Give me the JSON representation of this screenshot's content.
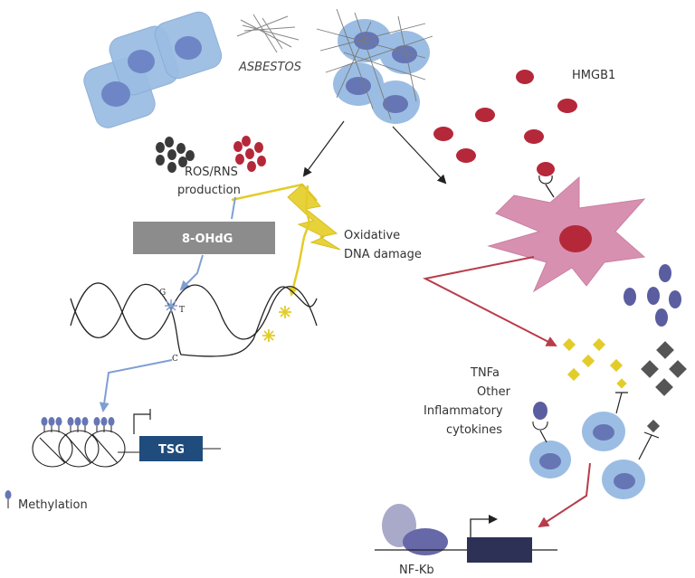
{
  "labels": {
    "asbestos": "ASBESTOS",
    "hmgb1": "HMGB1",
    "ros_line1": "ROS/RNS",
    "ros_line2": "production",
    "ohdg": "8-OHdG",
    "oxidative_line1": "Oxidative",
    "oxidative_line2": "DNA damage",
    "tnfa": "TNFa",
    "other": "Other",
    "inflammatory": "Inflammatory",
    "cytokines": "cytokines",
    "tsg": "TSG",
    "methylation": "Methylation",
    "nfkb": "NF-Kb",
    "base_g": "G",
    "base_t": "T",
    "base_c": "C"
  },
  "colors": {
    "cell_blue": "#9bbde3",
    "nucleus": "#6676b5",
    "hmgb1_red": "#b5283a",
    "macrophage_pink": "#d890b0",
    "ros_dark": "#3a3a3a",
    "yellow": "#e3cc2a",
    "arrow_red": "#b83c4a",
    "arrow_blue": "#7e9fd3",
    "tsg_navy": "#1f4c7c",
    "box_gray": "#8c8c8c",
    "promoter_navy": "#2e3156"
  }
}
